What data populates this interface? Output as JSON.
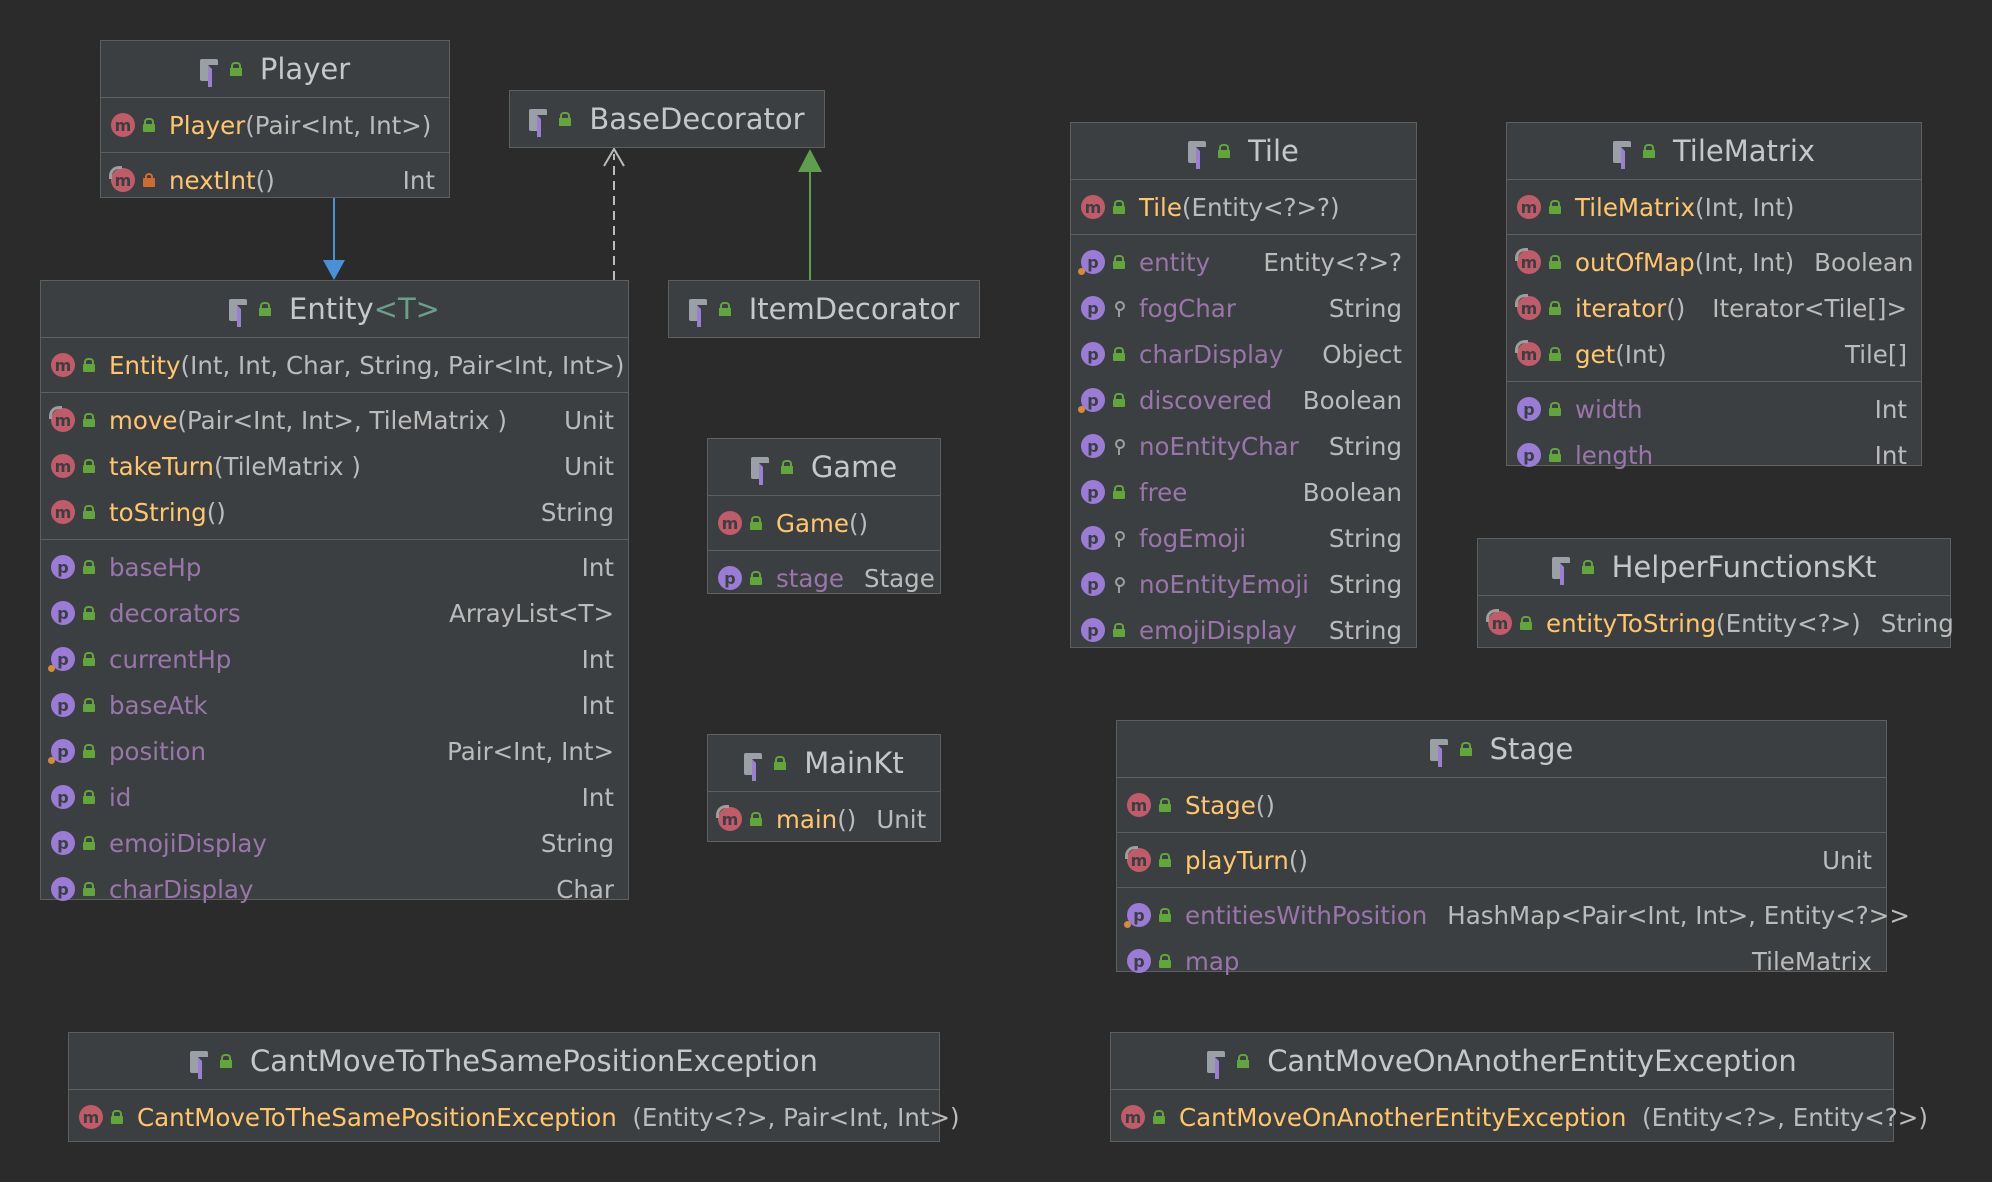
{
  "classes": {
    "player": {
      "name": "Player",
      "constructor": {
        "name": "Player",
        "params": "(Pair<Int, Int>)"
      },
      "methods": [
        {
          "name": "nextInt",
          "params": "()",
          "type": "Int"
        }
      ]
    },
    "base_decorator": {
      "name": "BaseDecorator"
    },
    "item_decorator": {
      "name": "ItemDecorator"
    },
    "entity": {
      "name": "Entity",
      "type_param": "<T>",
      "constructor": {
        "name": "Entity",
        "params": "(Int, Int, Char, String, Pair<Int, Int>)"
      },
      "methods": [
        {
          "name": "move",
          "params": "(Pair<Int, Int>, TileMatrix )",
          "type": "Unit"
        },
        {
          "name": "takeTurn",
          "params": "(TileMatrix )",
          "type": "Unit"
        },
        {
          "name": "toString",
          "params": " ()",
          "type": "String"
        }
      ],
      "properties": [
        {
          "name": "baseHp",
          "type": "Int"
        },
        {
          "name": "decorators",
          "type": "ArrayList<T>"
        },
        {
          "name": "currentHp",
          "type": "Int"
        },
        {
          "name": "baseAtk",
          "type": "Int"
        },
        {
          "name": "position",
          "type": "Pair<Int, Int>"
        },
        {
          "name": "id",
          "type": "Int"
        },
        {
          "name": "emojiDisplay",
          "type": "String"
        },
        {
          "name": "charDisplay",
          "type": "Char"
        }
      ]
    },
    "game": {
      "name": "Game",
      "constructor": {
        "name": "Game",
        "params": "()"
      },
      "properties": [
        {
          "name": "stage",
          "type": "Stage"
        }
      ]
    },
    "mainkt": {
      "name": "MainKt",
      "methods": [
        {
          "name": "main",
          "params": "()",
          "type": "Unit"
        }
      ]
    },
    "tile": {
      "name": "Tile",
      "constructor": {
        "name": "Tile",
        "params": "(Entity<?>?)"
      },
      "properties": [
        {
          "name": "entity",
          "type": "Entity<?>?"
        },
        {
          "name": "fogChar",
          "type": "String"
        },
        {
          "name": "charDisplay",
          "type": "Object"
        },
        {
          "name": "discovered",
          "type": "Boolean"
        },
        {
          "name": "noEntityChar",
          "type": "String"
        },
        {
          "name": "free",
          "type": "Boolean"
        },
        {
          "name": "fogEmoji",
          "type": "String"
        },
        {
          "name": "noEntityEmoji",
          "type": "String"
        },
        {
          "name": "emojiDisplay",
          "type": "String"
        }
      ]
    },
    "tilematrix": {
      "name": "TileMatrix",
      "constructor": {
        "name": "TileMatrix",
        "params": "(Int, Int)"
      },
      "methods": [
        {
          "name": "outOfMap",
          "params": "(Int, Int)",
          "type": "Boolean"
        },
        {
          "name": "iterator",
          "params": " ()",
          "type": "Iterator<Tile[]>"
        },
        {
          "name": "get",
          "params": "(Int)",
          "type": "Tile[]"
        }
      ],
      "properties": [
        {
          "name": "width",
          "type": "Int"
        },
        {
          "name": "length",
          "type": "Int"
        }
      ]
    },
    "helper": {
      "name": "HelperFunctionsKt",
      "methods": [
        {
          "name": "entityToString",
          "params": " (Entity<?>)",
          "type": "String"
        }
      ]
    },
    "stage": {
      "name": "Stage",
      "constructor": {
        "name": "Stage",
        "params": "()"
      },
      "methods": [
        {
          "name": "playTurn",
          "params": "()",
          "type": "Unit"
        }
      ],
      "properties": [
        {
          "name": "entitiesWithPosition",
          "type": "HashMap<Pair<Int, Int>, Entity<?>>"
        },
        {
          "name": "map",
          "type": "TileMatrix"
        }
      ]
    },
    "same_pos_exc": {
      "name": "CantMoveToTheSamePositionException",
      "constructor": {
        "name": "CantMoveToTheSamePositionException",
        "params": "  (Entity<?>, Pair<Int, Int>)"
      }
    },
    "another_entity_exc": {
      "name": "CantMoveOnAnotherEntityException",
      "constructor": {
        "name": "CantMoveOnAnotherEntityException",
        "params": "  (Entity<?>, Entity<?>)"
      }
    }
  },
  "badges": {
    "method": "m",
    "property": "p"
  },
  "colors": {
    "background": "#2b2b2b",
    "box": "#3c3f41",
    "method_name": "#ffc66d",
    "property_name": "#9876aa",
    "association_arrow": "#4a90d9",
    "inheritance_arrow": "#5f9e4f",
    "realization_arrow": "#bbbbbb"
  }
}
